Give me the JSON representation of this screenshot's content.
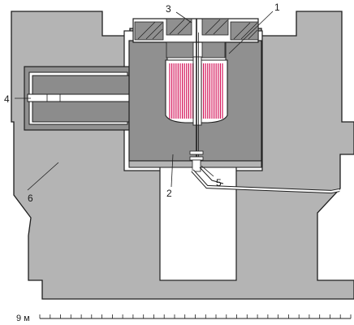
{
  "labels": {
    "l1": "1",
    "l2": "2",
    "l3": "3",
    "l4": "4",
    "l5": "5",
    "l6": "6"
  },
  "scale": {
    "label": "9 м",
    "tick_count": 30
  },
  "colors": {
    "concrete": "#b4b4b4",
    "vessel": "#909090",
    "outline": "#1e1e1e",
    "fuel_rods": "#d4145a",
    "void": "#ffffff"
  }
}
